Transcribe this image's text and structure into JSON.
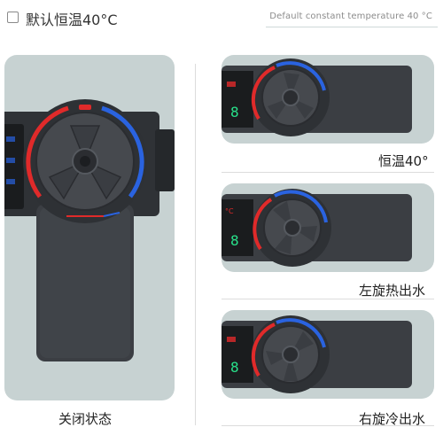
{
  "header": {
    "title": "默认恒温40°C",
    "subtitle": "Default constant temperature 40 °C"
  },
  "panels": {
    "off": {
      "caption": "关闭状态"
    },
    "constant": {
      "caption": "恒温40°"
    },
    "hot": {
      "caption": "左旋热出水"
    },
    "cold": {
      "caption": "右旋冷出水"
    }
  },
  "colors": {
    "panel_bg": "#c7d2d2",
    "device_body": "#3a3d42",
    "hot_red": "#e02a2a",
    "cold_blue": "#2a63e0",
    "display_green": "#28e08a"
  }
}
